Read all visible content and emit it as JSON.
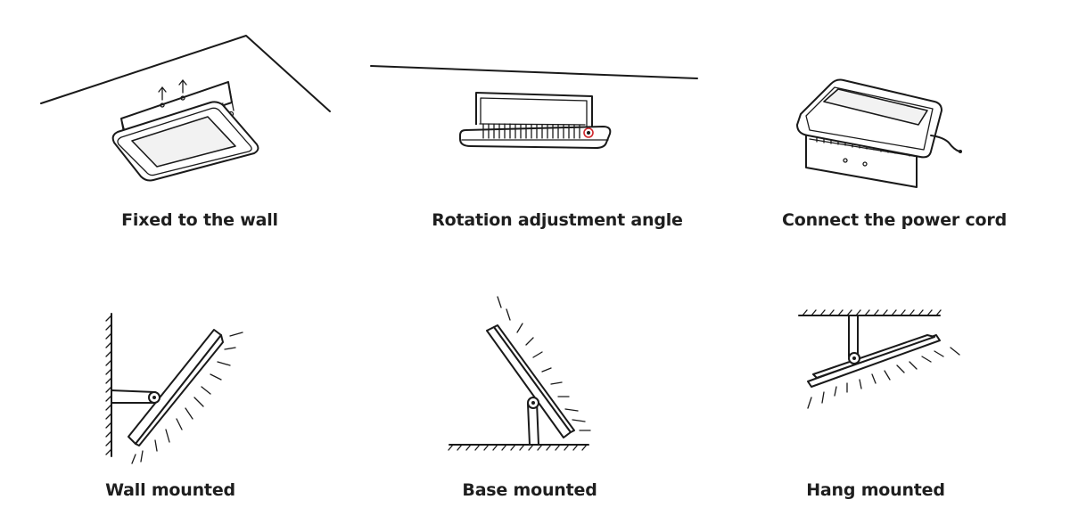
{
  "steps": [
    {
      "label": "Fixed to the wall"
    },
    {
      "label": "Rotation adjustment angle"
    },
    {
      "label": "Connect the power cord"
    }
  ],
  "mounts": [
    {
      "label": "Wall mounted"
    },
    {
      "label": "Base mounted"
    },
    {
      "label": "Hang mounted"
    }
  ],
  "colors": {
    "line": "#1a1a1a",
    "accent": "#d0262c"
  }
}
